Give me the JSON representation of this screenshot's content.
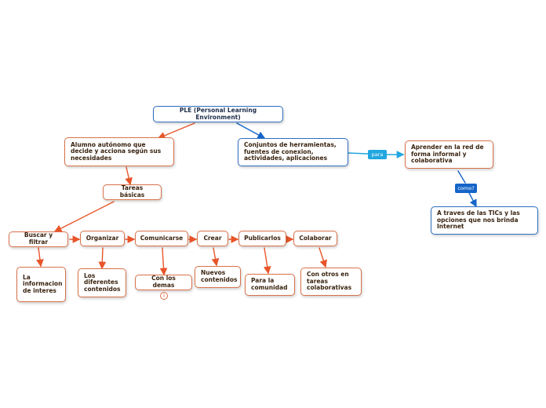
{
  "colors": {
    "orange": "#d9724a",
    "line_orange": "#e8552a",
    "blue": "#2f6fc0",
    "badge_light": "#22a7e0",
    "badge_dark": "#1565c8"
  },
  "root": {
    "text": "PLE (Personal Learning Environment)"
  },
  "alumno": {
    "text": "Alumno autónomo que decide y acciona según sus necesidades"
  },
  "tareas": {
    "text": "Tareas básicas"
  },
  "tasks": {
    "buscar": "Buscar y filtrar",
    "organizar": "Organizar",
    "comunicarse": "Comunicarse",
    "crear": "Crear",
    "publicarlos": "Publicarlos",
    "colaborar": "Colaborar"
  },
  "details": {
    "buscar": "La informacion de interes",
    "organizar": "Los diferentes contenidos",
    "comunicarse": "Con los demas",
    "crear": "Nuevos contenidos",
    "publicarlos": "Para la comunidad",
    "colaborar": "Con otros en tareas colaborativas"
  },
  "comunicarse_count": "1",
  "conjuntos": {
    "text": "Conjuntos de herramientas, fuentes de conexion, actividades, aplicaciones"
  },
  "aprender": {
    "text": "Aprender en la red de forma informal y colaborativa"
  },
  "traves": {
    "text": "A traves de las TICs y las opciones que nos brinda Internet"
  },
  "badges": {
    "para": "para",
    "como": "como?"
  }
}
